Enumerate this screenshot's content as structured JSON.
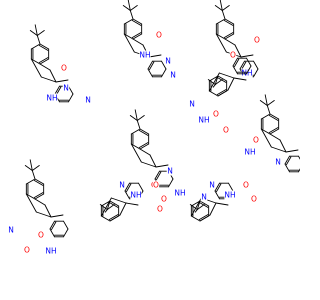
{
  "palette": {
    "background": "#ffffff",
    "bond": "#000000",
    "nitrogen": "#0000ff",
    "oxygen": "#ff0000",
    "carbon_label": "#000000"
  },
  "molecules": [
    {
      "id": "m1",
      "atoms": [
        "O",
        "N",
        "NH",
        "N"
      ]
    },
    {
      "id": "m2",
      "atoms": [
        "O",
        "NH",
        "N",
        "N"
      ]
    },
    {
      "id": "m3",
      "atoms": [
        "O",
        "O",
        "NH"
      ]
    },
    {
      "id": "m4",
      "atoms": [
        "O",
        "N",
        "O",
        "NH"
      ]
    },
    {
      "id": "m5",
      "atoms": [
        "N",
        "NH",
        "O",
        "O"
      ]
    },
    {
      "id": "m6",
      "atoms": [
        "O",
        "NH",
        "N"
      ]
    },
    {
      "id": "m7",
      "atoms": [
        "N",
        "O",
        "O",
        "NH"
      ]
    },
    {
      "id": "m8",
      "atoms": [
        "N",
        "NH",
        "O",
        "O"
      ]
    },
    {
      "id": "m9",
      "atoms": [
        "N",
        "N",
        "NH",
        "O",
        "O"
      ]
    }
  ]
}
